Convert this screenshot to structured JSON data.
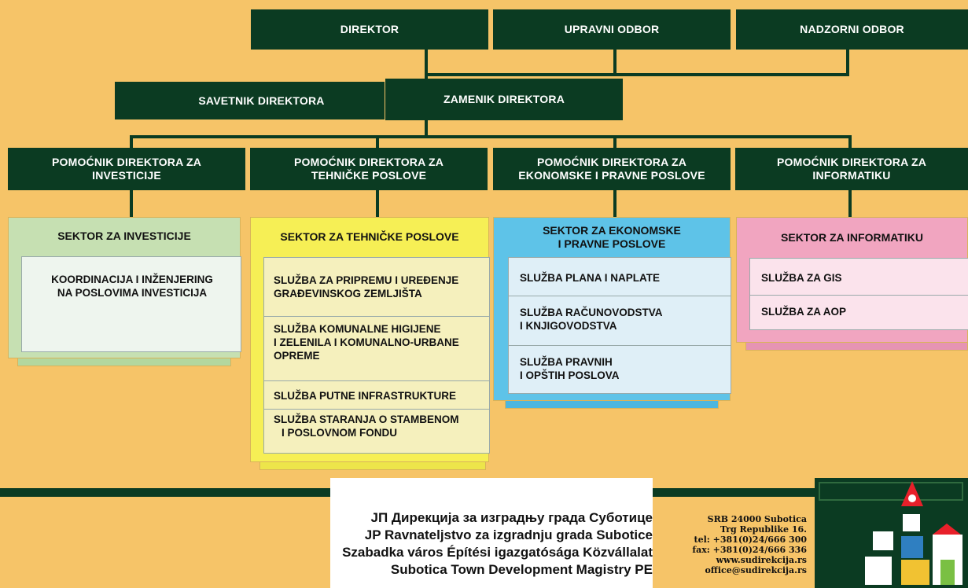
{
  "top": {
    "director": "DIREKTOR",
    "managing_board": "UPRAVNI ODBOR",
    "supervisory_board": "NADZORNI ODBOR",
    "advisor": "SAVETNIK DIREKTORA",
    "deputy": "ZAMENIK DIREKTORA"
  },
  "assistants": [
    {
      "line1": "POMOĆNIK DIREKTORA ZA",
      "line2": "INVESTICIJE"
    },
    {
      "line1": "POMOĆNIK DIREKTORA ZA",
      "line2": "TEHNIČKE POSLOVE"
    },
    {
      "line1": "POMOĆNIK DIREKTORA ZA",
      "line2": "EKONOMSKE I PRAVNE POSLOVE"
    },
    {
      "line1": "POMOĆNIK DIREKTORA ZA",
      "line2": "INFORMATIKU"
    }
  ],
  "sectors": [
    {
      "title": "SEKTOR ZA INVESTICIJE",
      "color": "#c6e0b2",
      "services": [
        {
          "lines": [
            "KOORDINACIJA I INŽENJERING",
            "NA POSLOVIMA INVESTICIJA"
          ]
        }
      ]
    },
    {
      "title": "SEKTOR ZA TEHNIČKE POSLOVE",
      "color": "#f6ef55",
      "services": [
        {
          "lines": [
            "SLUŽBA ZA PRIPREMU I UREĐENJE",
            "GRAĐEVINSKOG ZEMLJIŠTA"
          ]
        },
        {
          "lines": [
            "SLUŽBA KOMUNALNE HIGIJENE",
            "I ZELENILA I KOMUNALNO-URBANE",
            "OPREME"
          ]
        },
        {
          "lines": [
            "SLUŽBA PUTNE INFRASTRUKTURE"
          ]
        },
        {
          "lines": [
            "SLUŽBA STARANJA O STAMBENOM",
            "I POSLOVNOM FONDU"
          ]
        }
      ]
    },
    {
      "title_line1": "SEKTOR ZA EKONOMSKE",
      "title_line2": "I PRAVNE POSLOVE",
      "color": "#5ec3e8",
      "services": [
        {
          "lines": [
            "SLUŽBA PLANA I NAPLATE"
          ]
        },
        {
          "lines": [
            "SLUŽBA RAČUNOVODSTVA",
            "I KNJIGOVODSTVA"
          ]
        },
        {
          "lines": [
            "SLUŽBA PRAVNIH",
            "I OPŠTIH POSLOVA"
          ]
        }
      ]
    },
    {
      "title": "SEKTOR ZA INFORMATIKU",
      "color": "#f1a5c0",
      "services": [
        {
          "lines": [
            "SLUŽBA ZA GIS"
          ]
        },
        {
          "lines": [
            "SLUŽBA ZA AOP"
          ]
        }
      ]
    }
  ],
  "footer": {
    "names": [
      "ЈП Дирекција за изградњу града Суботице",
      "JP Ravnateljstvo za izgradnju grada Subotice",
      "Szabadka város Építési igazgatósága Közvállalat",
      "Subotica Town Development Magistry PE"
    ],
    "address": [
      "SRB   24000 Subotica",
      "Trg Republike 16.",
      "tel: +381(0)24/666 300",
      "fax: +381(0)24/666 336",
      "www.sudirekcija.rs",
      "office@sudirekcija.rs"
    ]
  },
  "colors": {
    "background": "#f6c468",
    "dark_green": "#0b3b22"
  }
}
